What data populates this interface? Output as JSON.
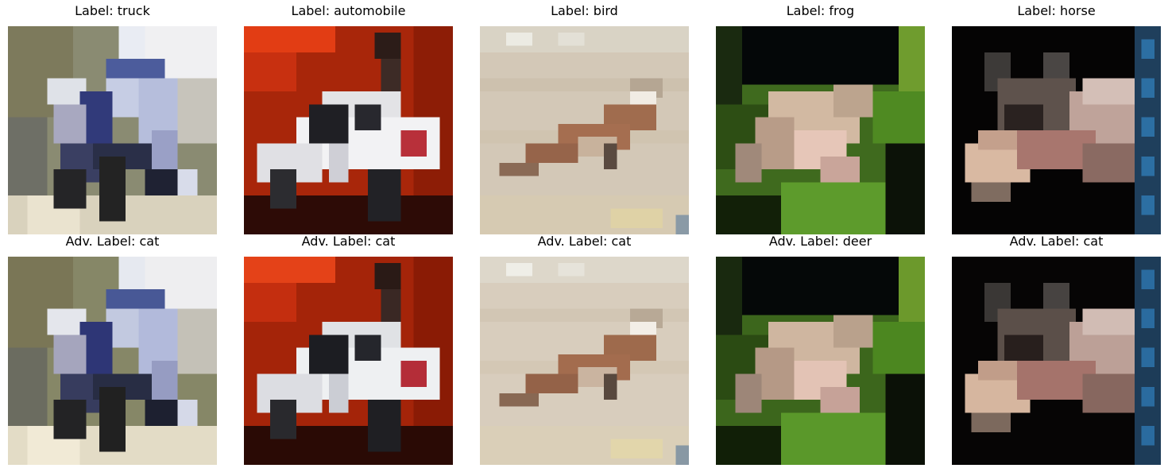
{
  "figure": {
    "rows": [
      {
        "panels": [
          {
            "title": "Label: truck",
            "subject": "truck"
          },
          {
            "title": "Label: automobile",
            "subject": "automobile"
          },
          {
            "title": "Label: bird",
            "subject": "bird"
          },
          {
            "title": "Label: frog",
            "subject": "frog"
          },
          {
            "title": "Label: horse",
            "subject": "horse"
          }
        ]
      },
      {
        "panels": [
          {
            "title": "Adv. Label: cat",
            "subject": "truck"
          },
          {
            "title": "Adv. Label: cat",
            "subject": "automobile"
          },
          {
            "title": "Adv. Label: cat",
            "subject": "bird"
          },
          {
            "title": "Adv. Label: deer",
            "subject": "frog"
          },
          {
            "title": "Adv. Label: cat",
            "subject": "horse"
          }
        ]
      }
    ]
  }
}
